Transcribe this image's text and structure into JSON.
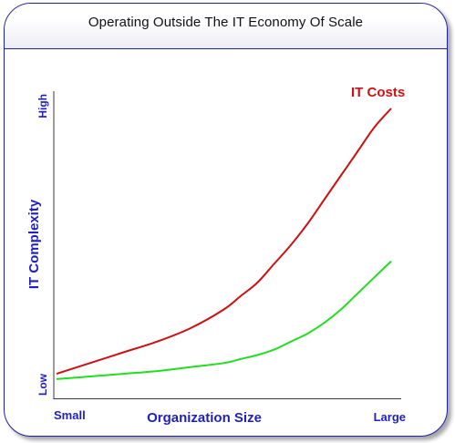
{
  "chart_data": {
    "type": "line",
    "title": "Operating Outside The IT Economy Of Scale",
    "xlabel": "Organization Size",
    "ylabel": "IT Complexity",
    "x_ticks": [
      "Small",
      "Large"
    ],
    "y_ticks": [
      "Low",
      "High"
    ],
    "xlim": [
      0,
      100
    ],
    "ylim": [
      0,
      100
    ],
    "series": [
      {
        "name": "IT Costs",
        "color": "#cc1111",
        "x": [
          0,
          10,
          20,
          30,
          40,
          50,
          55,
          60,
          65,
          70,
          75,
          80,
          85,
          90,
          95,
          100
        ],
        "y": [
          1,
          5,
          9,
          13,
          18,
          25,
          30,
          35,
          42,
          49,
          57,
          66,
          75,
          84,
          93,
          100
        ]
      },
      {
        "name": "",
        "color": "#22dd22",
        "x": [
          0,
          10,
          20,
          30,
          40,
          50,
          55,
          60,
          65,
          70,
          75,
          80,
          85,
          90,
          95,
          100
        ],
        "y": [
          -1,
          0,
          1,
          2,
          3.5,
          5,
          6.5,
          8,
          10,
          13,
          16,
          20,
          25,
          31,
          37,
          43
        ]
      }
    ],
    "axis_color": "#1f1fc0",
    "label_color": "#1f1fc0",
    "grid": false,
    "legend": "inline-label-top-right"
  }
}
